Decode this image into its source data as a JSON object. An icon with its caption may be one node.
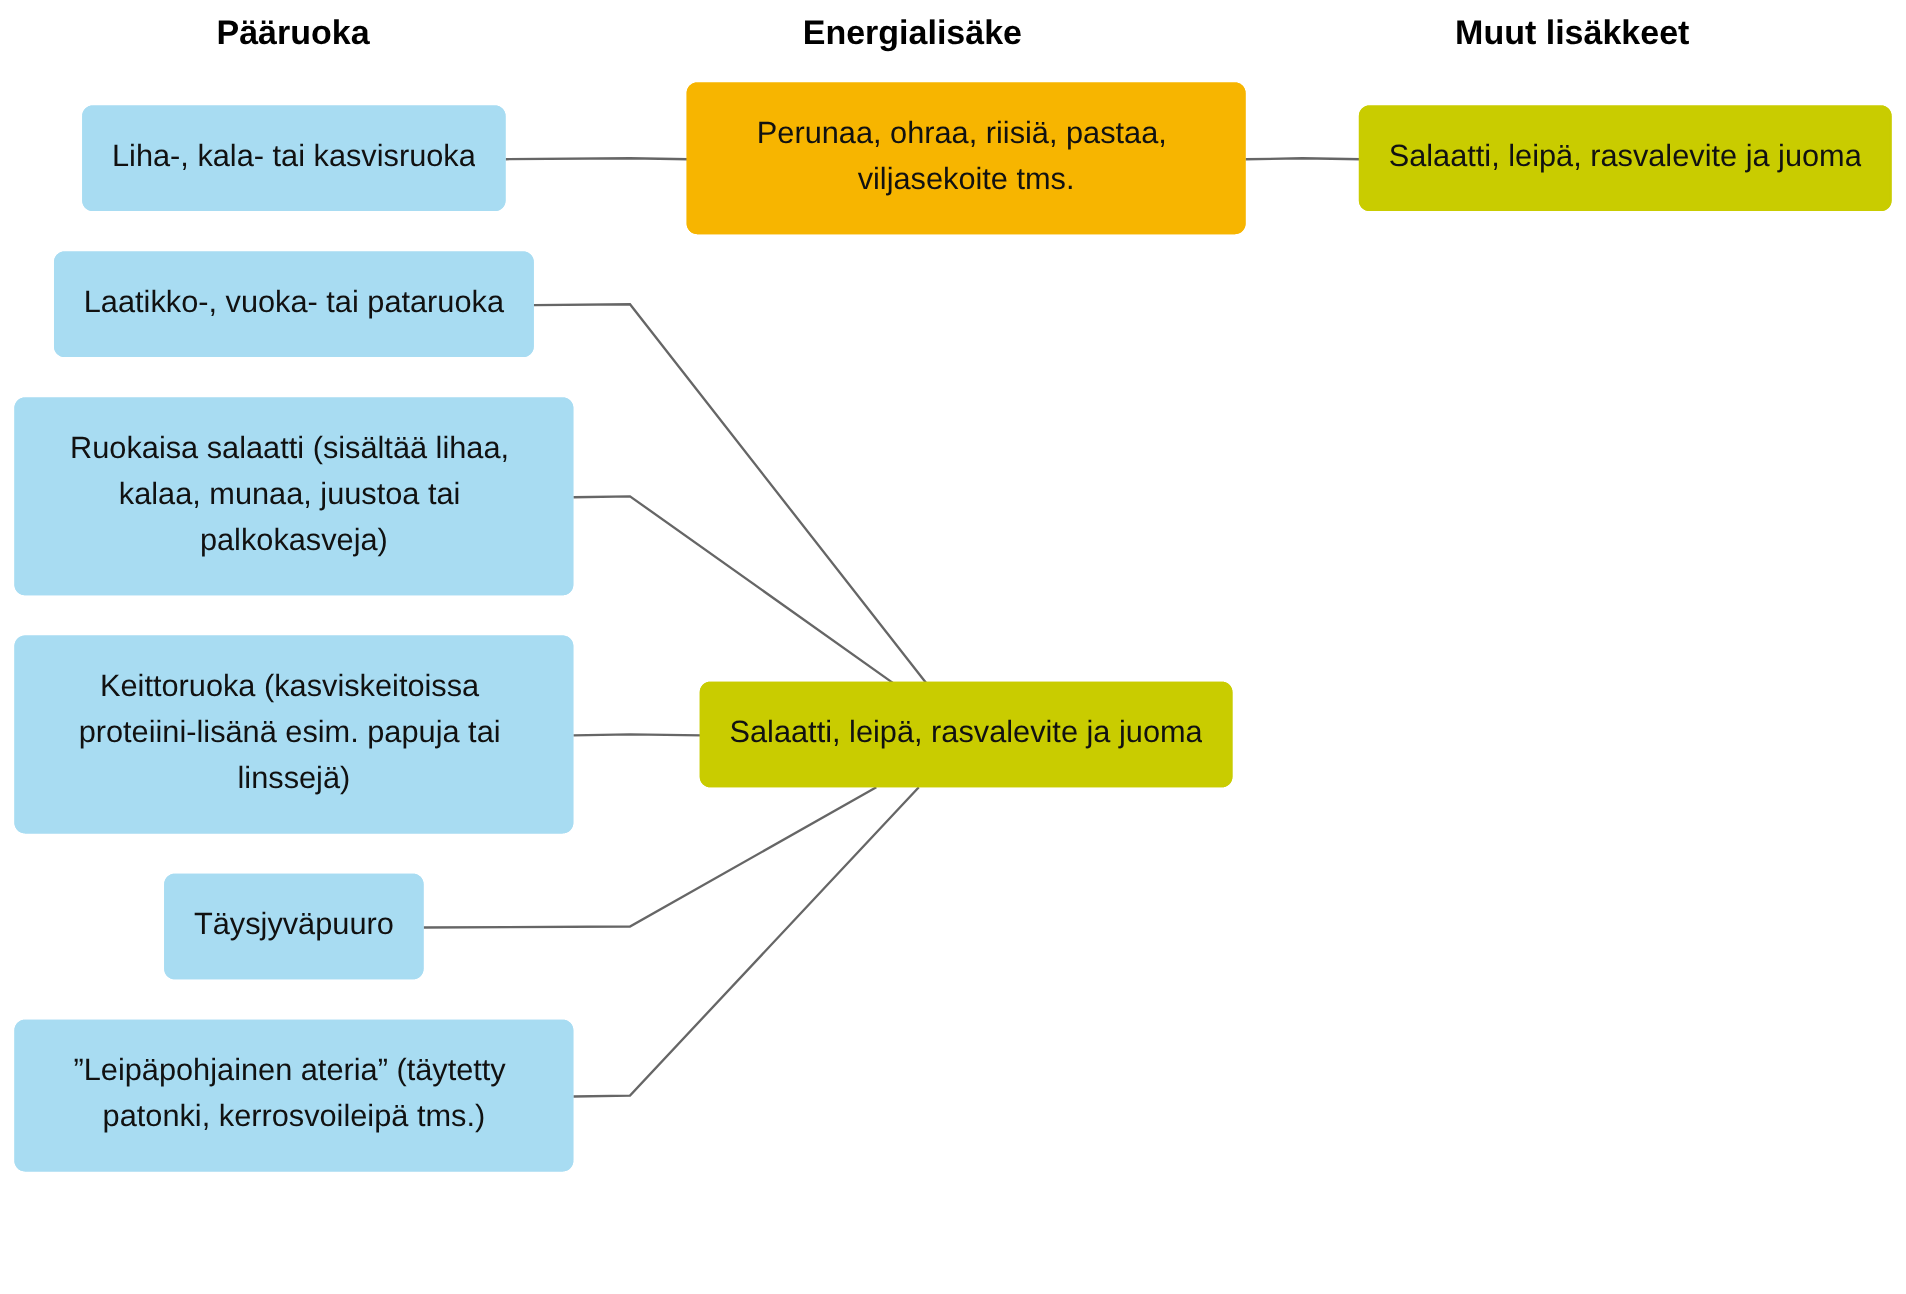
{
  "diagram": {
    "nodes": [
      {
        "text": [
          "Liha-, kala- tai kasvisruoka"
        ]
      },
      {
        "text": [
          "Perunaa, ohraa, riisiä, pastaa, viljasekoite tms."
        ]
      },
      {
        "text": [
          "Salaatti, leipä, rasvalevite ja juoma"
        ]
      },
      {
        "text": [
          "Laatikko-, vuoka- tai pataruoka"
        ]
      },
      {
        "text": [
          "Ruokaisa salaatti (sisältää lihaa, kalaa, munaa, juustoa tai palkokasveja)"
        ]
      },
      {
        "text": [
          "Keittoruoka (kasviskeitoissa proteiini-lisänä esim. papuja tai linssejä)"
        ]
      },
      {
        "text": [
          "Täysjyväpuuro"
        ]
      },
      {
        "text": [
          "”Leipäpohjainen ateria” (täytetty patonki, kerrosvoileipä tms.)"
        ]
      },
      {
        "text": [
          "Salaatti, leipä, rasvalevite ja juoma"
        ]
      }
    ],
    "edges": [
      {
        "from": 0,
        "to": 1,
        "arrow": "none"
      },
      {
        "from": 1,
        "to": 2,
        "arrow": "none"
      },
      {
        "from": 3,
        "to": 8,
        "arrow": "none"
      },
      {
        "from": 4,
        "to": 8,
        "arrow": "none"
      },
      {
        "from": 5,
        "to": 8,
        "arrow": "none"
      },
      {
        "from": 6,
        "to": 8,
        "arrow": "none"
      },
      {
        "from": 7,
        "to": 8,
        "arrow": "none"
      }
    ],
    "labels": [
      "Pääruoka",
      "Energialisäke",
      "Muut lisäkkeet"
    ]
  }
}
